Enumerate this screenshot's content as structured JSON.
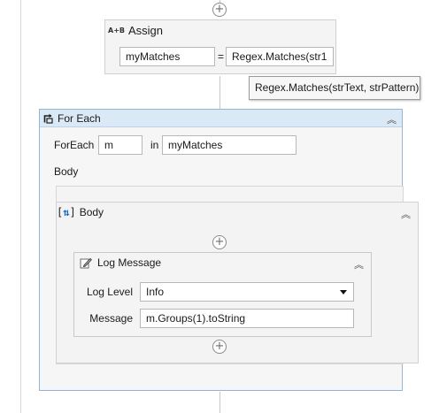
{
  "assign": {
    "title": "Assign",
    "icon": "A+B",
    "to": "myMatches",
    "equals": "=",
    "value": "Regex.Matches(str1"
  },
  "tooltip": {
    "text": "Regex.Matches(strText, strPattern)"
  },
  "foreach": {
    "title": "For Each",
    "foreach_label": "ForEach",
    "item": "m",
    "in_label": "in",
    "collection": "myMatches",
    "body_label": "Body"
  },
  "sequence": {
    "title": "Body"
  },
  "log_message": {
    "title": "Log Message",
    "level_label": "Log Level",
    "level_value": "Info",
    "message_label": "Message",
    "message_value": "m.Groups(1).toString"
  },
  "icons": {
    "add": "plus-circle-icon",
    "collapse": "double-chevron-up-icon",
    "loop": "loop-arrow-icon",
    "sequence": "sequence-icon",
    "log": "pencil-note-icon"
  },
  "colors": {
    "foreach_header": "#dbe8f5",
    "foreach_border": "#8fb5d8",
    "sequence_icon": "#1a6ec8"
  }
}
